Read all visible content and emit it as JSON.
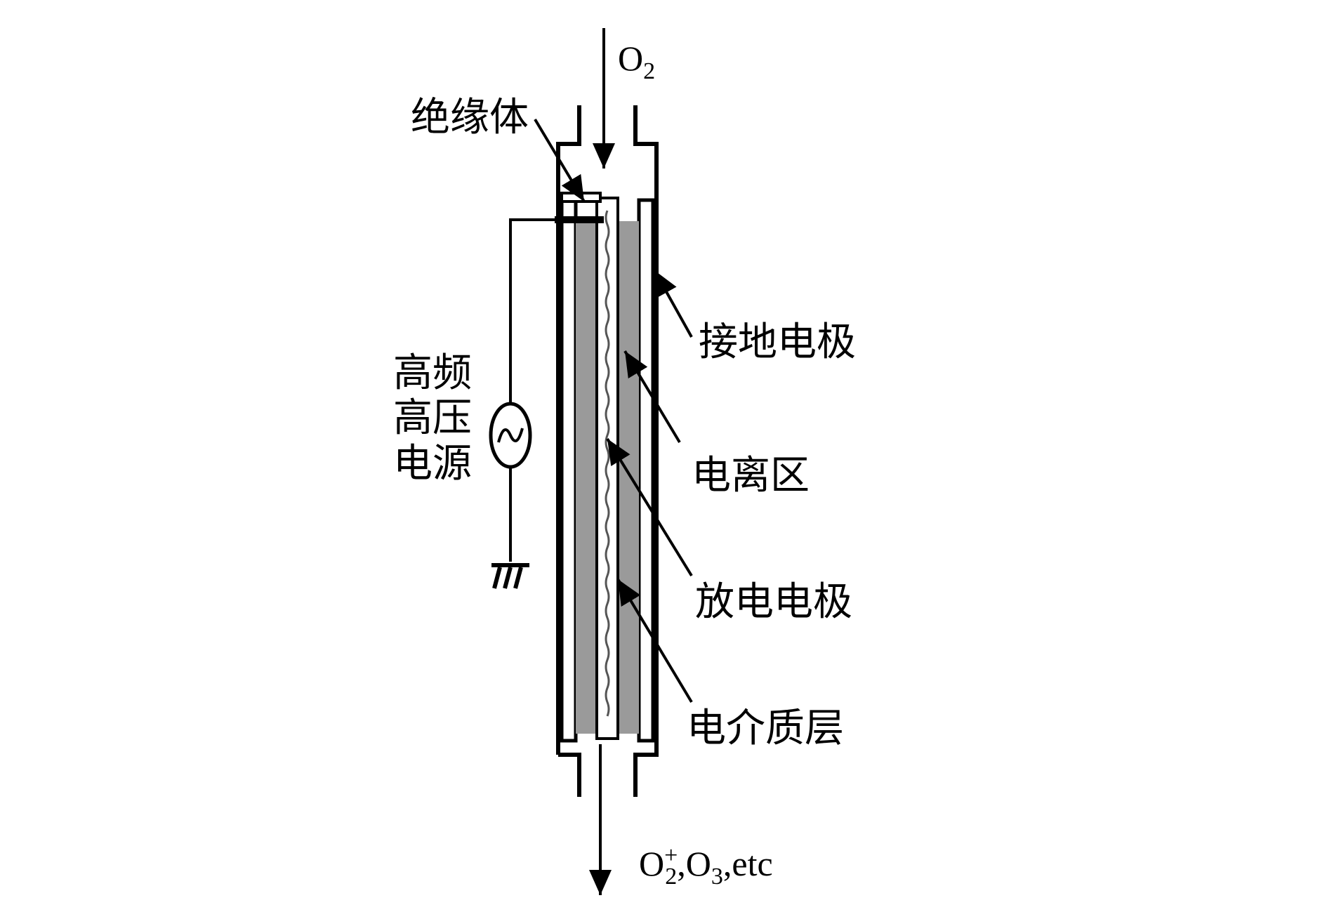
{
  "labels": {
    "gas_in": {
      "base": "O",
      "sub": "2"
    },
    "gas_out": {
      "part1": "O",
      "sup1": "+",
      "sub1": "2",
      "sep1": ",O",
      "sub2": "3",
      "tail": ",etc"
    },
    "insulator": "绝缘体",
    "power_source": [
      "高频",
      "高压",
      "电源"
    ],
    "ground_electrode": "接地电极",
    "ionization_zone": "电离区",
    "discharge_electrode": "放电电极",
    "dielectric_layer": "电介质层"
  },
  "colors": {
    "line": "#000000",
    "ionization_fill": "#9a9a9a",
    "dielectric_fill": "#d2d2d2",
    "background": "#ffffff"
  }
}
